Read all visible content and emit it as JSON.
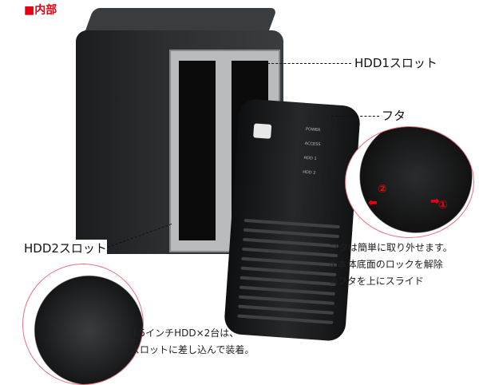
{
  "title": "■内部",
  "labels": {
    "hdd1_slot": "HDD1スロット",
    "cover": "フタ",
    "hdd2_slot": "HDD2スロット"
  },
  "front_panel_leds": [
    "POWER",
    "ACCESS",
    "HDD 1",
    "HDD 2"
  ],
  "cover_note": [
    "フタは簡単に取り外せます。",
    "①本体底面のロックを解除",
    "②フタを上にスライド"
  ],
  "inset_markers": [
    "②",
    "①"
  ],
  "hdd_note": [
    "3.5インチHDD×2台は、",
    "スロットに差し込んで装着。"
  ],
  "colors": {
    "accent": "#e60012",
    "inset_border": "#e8707a"
  }
}
